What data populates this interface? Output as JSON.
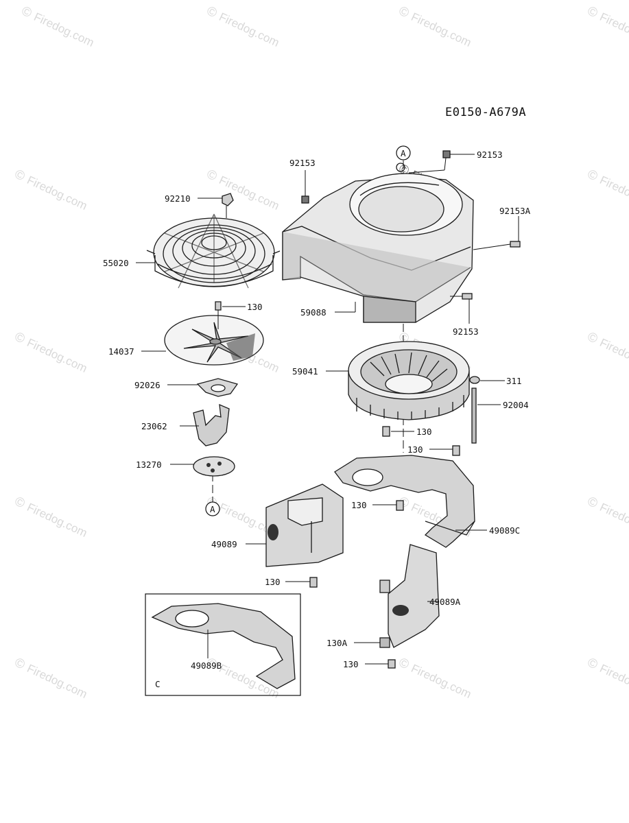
{
  "diagram_code": "E0150-A679A",
  "watermark_text": "Firedog.com",
  "watermark_symbol": "©",
  "detail_box_letter": "C",
  "reference_markers": [
    {
      "id": "marker-top",
      "text": "A"
    },
    {
      "id": "marker-bottom",
      "text": "A"
    }
  ],
  "callouts": [
    {
      "id": "92153-top-left",
      "text": "92153"
    },
    {
      "id": "92153-top-right",
      "text": "92153"
    },
    {
      "id": "92153A",
      "text": "92153A"
    },
    {
      "id": "92153-bottom",
      "text": "92153"
    },
    {
      "id": "92210",
      "text": "92210"
    },
    {
      "id": "55020",
      "text": "55020"
    },
    {
      "id": "130-a",
      "text": "130"
    },
    {
      "id": "59088",
      "text": "59088"
    },
    {
      "id": "14037",
      "text": "14037"
    },
    {
      "id": "59041",
      "text": "59041"
    },
    {
      "id": "92026",
      "text": "92026"
    },
    {
      "id": "311",
      "text": "311"
    },
    {
      "id": "92004",
      "text": "92004"
    },
    {
      "id": "23062",
      "text": "23062"
    },
    {
      "id": "130-b",
      "text": "130"
    },
    {
      "id": "130-c",
      "text": "130"
    },
    {
      "id": "13270",
      "text": "13270"
    },
    {
      "id": "130-d",
      "text": "130"
    },
    {
      "id": "49089C",
      "text": "49089C"
    },
    {
      "id": "49089",
      "text": "49089"
    },
    {
      "id": "130-e",
      "text": "130"
    },
    {
      "id": "49089A",
      "text": "49089A"
    },
    {
      "id": "130A",
      "text": "130A"
    },
    {
      "id": "130-f",
      "text": "130"
    },
    {
      "id": "49089B",
      "text": "49089B"
    }
  ]
}
